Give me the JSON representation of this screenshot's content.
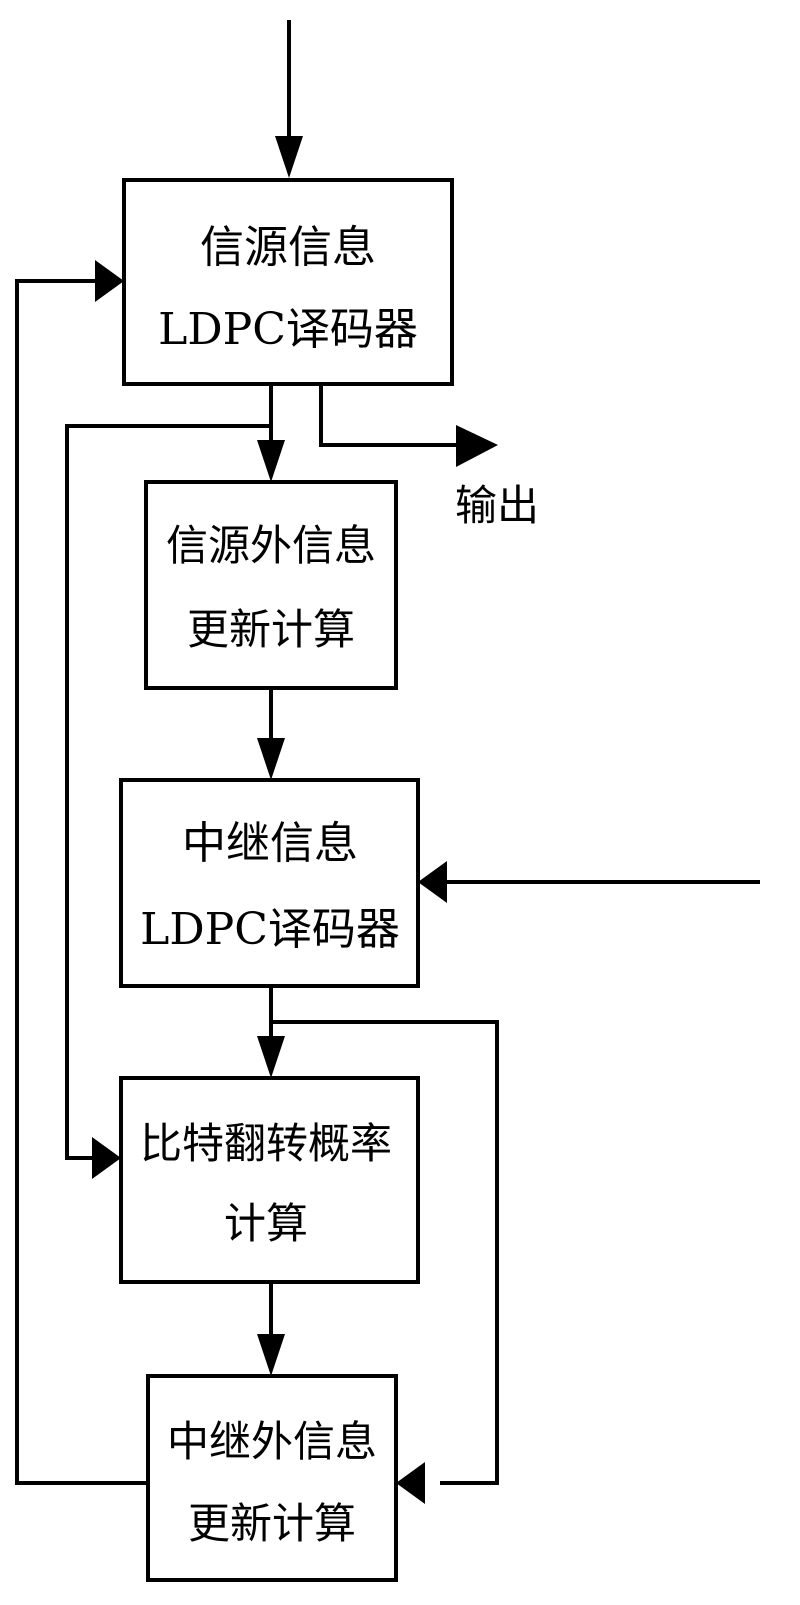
{
  "diagram": {
    "type": "flowchart",
    "blocks": [
      {
        "id": "source-ldpc-decoder",
        "lines": [
          "信源信息",
          "LDPC译码器"
        ]
      },
      {
        "id": "source-extrinsic-update",
        "lines": [
          "信源外信息",
          "更新计算"
        ]
      },
      {
        "id": "relay-ldpc-decoder",
        "lines": [
          "中继信息",
          "LDPC译码器"
        ]
      },
      {
        "id": "bit-flip-probability",
        "lines": [
          "比特翻转概率",
          "计算"
        ]
      },
      {
        "id": "relay-extrinsic-update",
        "lines": [
          "中继外信息",
          "更新计算"
        ]
      }
    ],
    "output_label": "输出",
    "colors": {
      "stroke": "#000000",
      "background": "#ffffff"
    }
  }
}
